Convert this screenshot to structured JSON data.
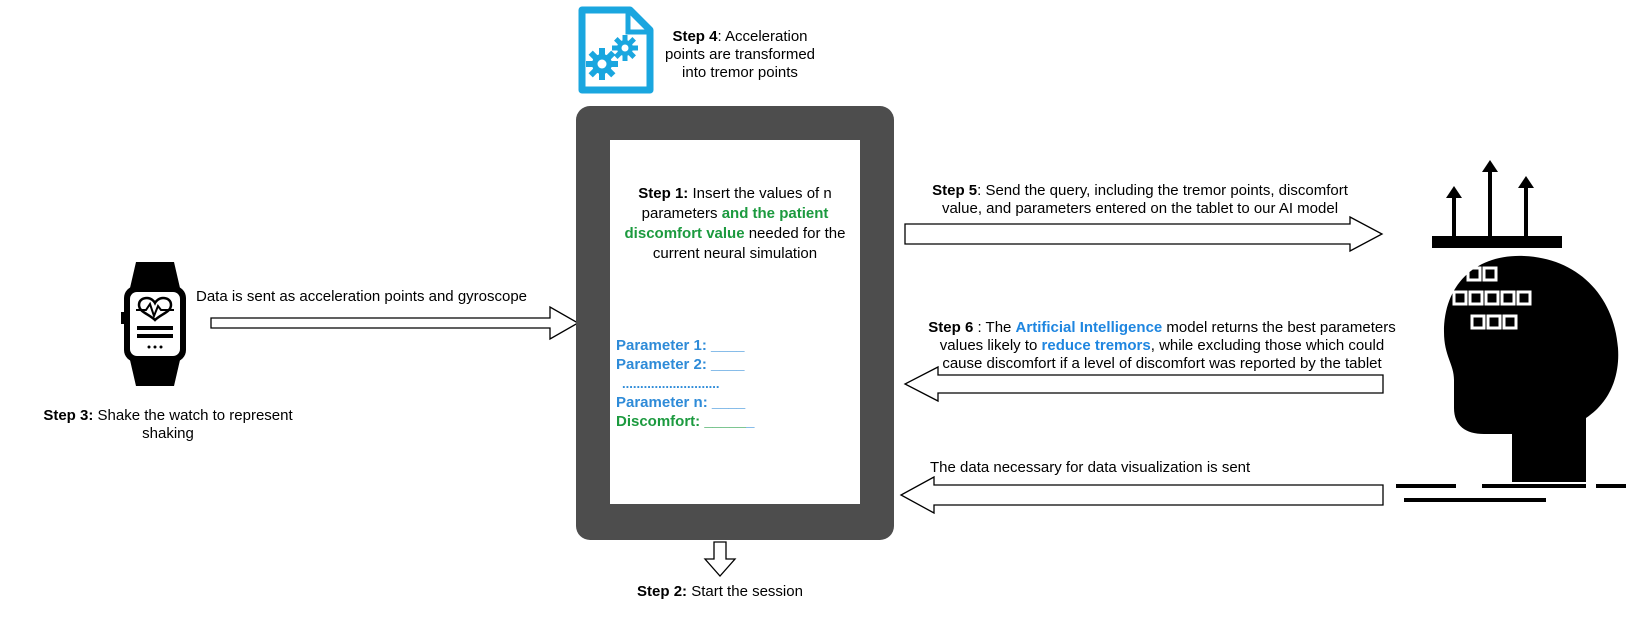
{
  "watch": {
    "caption_bold": "Step 3:",
    "caption_rest": " Shake the watch to represent shaking",
    "arrow_label": "Data is sent as acceleration points and gyroscope"
  },
  "step4": {
    "bold": "Step 4",
    "rest": ": Acceleration points are transformed into tremor points"
  },
  "tablet": {
    "step1_bold": "Step 1:",
    "step1_a": " Insert the values of n parameters ",
    "step1_green": "and the patient discomfort value",
    "step1_b": " needed for the current neural simulation",
    "param1": "Parameter 1: ____",
    "param2": "Parameter 2: ____",
    "dots": "...........................",
    "paramn": "Parameter n: ____",
    "discomfort_label": "Discomfort: ",
    "discomfort_green": "_____",
    "discomfort_blue": "_"
  },
  "step2": {
    "bold": "Step 2:",
    "rest": " Start the session"
  },
  "step5": {
    "bold": "Step 5",
    "line1": ": Send the query,  including the tremor points, discomfort",
    "line2": "value, and parameters entered on the tablet to our AI model"
  },
  "step6": {
    "bold": "Step 6",
    "a": " : The ",
    "ai": "Artificial Intelligence",
    "b": " model returns the best parameters",
    "line2a": "values likely to ",
    "line2blue": "reduce tremors",
    "line2b": ", while excluding those which could",
    "line3": "cause discomfort if a level of discomfort was reported by the tablet"
  },
  "viz": {
    "label": "The data necessary for data visualization is sent"
  },
  "colors": {
    "tablet": "#4d4d4d",
    "gear_icon": "#1aa6df",
    "highlight_green": "#1c9a3f",
    "highlight_blue": "#2e8bd8"
  },
  "icons": [
    "smartwatch-heart-icon",
    "settings-gears-file-icon",
    "ai-head-icon"
  ]
}
